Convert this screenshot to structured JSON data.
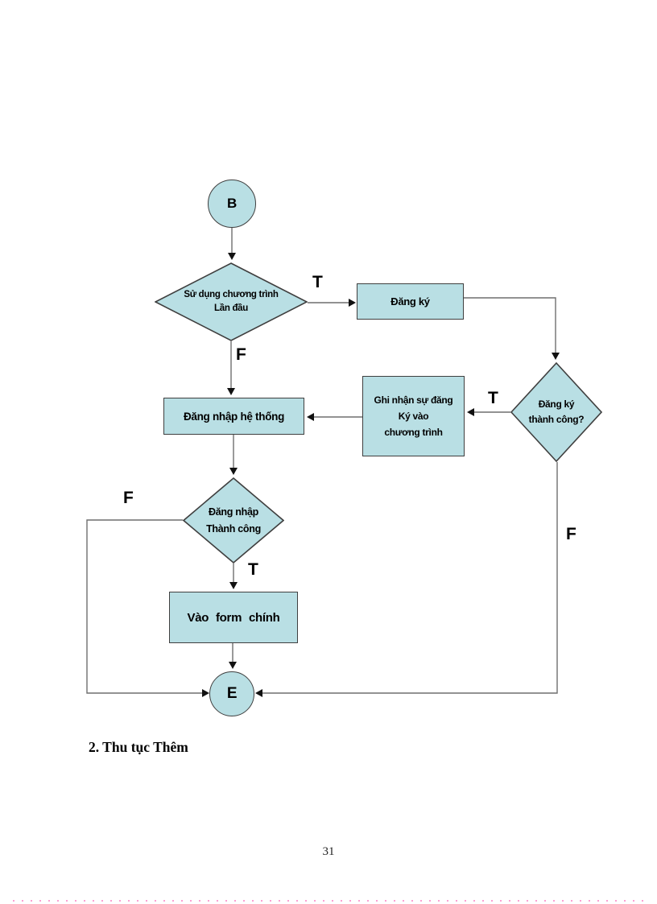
{
  "page": {
    "heading": "2. Thu tục Thêm",
    "page_number": "31"
  },
  "colors": {
    "node_fill": "#b9dfe4",
    "node_stroke": "#3f3f3f",
    "line": "#6f6f6f",
    "arrow": "#111111",
    "page_break_dots": "#fa9fd2"
  },
  "flowchart": {
    "nodes": {
      "begin": {
        "label": "B"
      },
      "first_use": {
        "label": "Sử dụng chương trình\nLần đầu"
      },
      "register": {
        "label": "Đăng ký"
      },
      "register_success": {
        "label": "Đăng ký\nthành công?"
      },
      "record_register": {
        "label": "Ghi nhận sự đăng\nKý vào\nchương trình"
      },
      "login": {
        "label": "Đăng nhập hệ thống"
      },
      "login_success": {
        "label": "Đăng nhập\nThành công"
      },
      "main_form": {
        "label": "Vào form chính"
      },
      "end": {
        "label": "E"
      }
    },
    "edge_labels": {
      "first_use_true": "T",
      "first_use_false": "F",
      "register_success_true": "T",
      "register_success_false": "F",
      "login_success_false": "F",
      "login_success_true": "T"
    }
  }
}
